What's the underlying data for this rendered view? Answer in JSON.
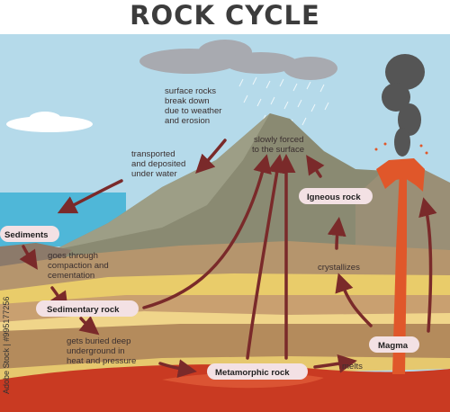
{
  "title": "ROCK CYCLE",
  "labels": {
    "sediments": "Sediments",
    "sedimentary_rock": "Sedimentary rock",
    "metamorphic_rock": "Metamorphic rock",
    "magma": "Magma",
    "igneous_rock": "Igneous rock"
  },
  "processes": {
    "weathering": [
      "surface rocks",
      "break down",
      "due to weather",
      "and erosion"
    ],
    "transport": [
      "transported",
      "and deposited",
      "under water"
    ],
    "uplift": [
      "slowly forced",
      "to the surface"
    ],
    "compaction": [
      "goes through",
      "compaction and",
      "cementation"
    ],
    "burial": [
      "gets buried deep",
      "underground in",
      "heat and pressure"
    ],
    "crystallizes": "crystallizes",
    "melts": "melts"
  },
  "colors": {
    "sky": "#b5daea",
    "sea": "#4fb7d8",
    "mountain": "#8a8a72",
    "arrow": "#7a2a2a",
    "label_box": "#f3e1e4",
    "lava": "#e0572a",
    "smoke": "#555555"
  },
  "watermark": "Adobe Stock | #995177256"
}
